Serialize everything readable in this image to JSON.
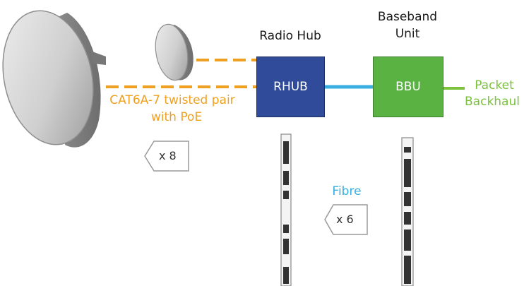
{
  "nodes": {
    "radio_hub_title": "Radio Hub",
    "baseband_title_line1": "Baseband",
    "baseband_title_line2": "Unit",
    "rhub_label": "RHUB",
    "bbu_label": "BBU"
  },
  "labels": {
    "cat6_line1": "CAT6A-7 twisted pair",
    "cat6_line2": "with PoE",
    "packet_line1": "Packet",
    "packet_line2": "Backhaul",
    "fibre": "Fibre"
  },
  "multipliers": {
    "radio_count": "x 8",
    "fibre_count": "x 6"
  },
  "colors": {
    "cat6_link": "#f0a020",
    "fibre_link": "#3aaee0",
    "backhaul_link": "#7bc13c",
    "rhub_fill": "#2f4b9a",
    "bbu_fill": "#5ab243"
  },
  "icons": [
    "radio-dot-large-icon",
    "radio-dot-small-icon",
    "rack-rhub-icon",
    "rack-bbu-icon",
    "arrow-x8-icon",
    "arrow-x6-icon"
  ]
}
